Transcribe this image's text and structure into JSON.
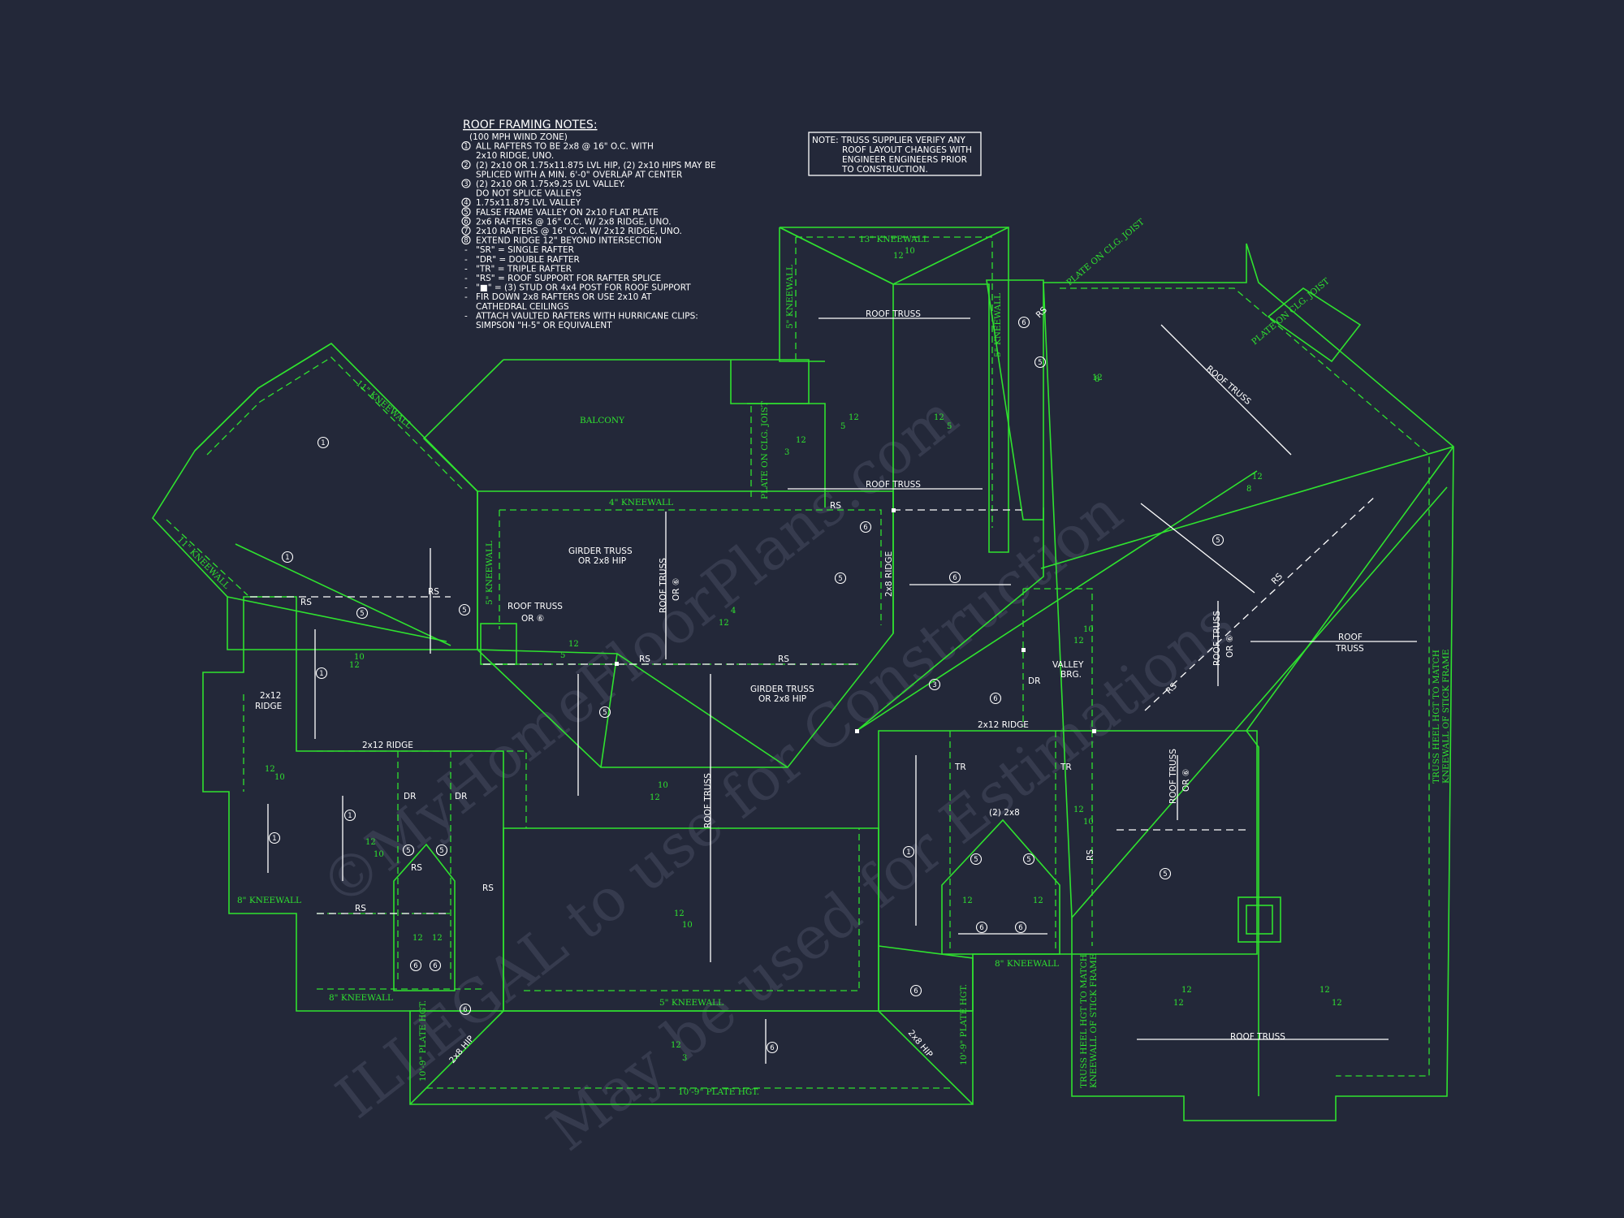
{
  "colors": {
    "background": "#232839",
    "linework": "#2fe22f",
    "annotation": "#ffffff",
    "watermark": "#5a6076"
  },
  "watermark": {
    "line1": "©MyHomeFloorPlans.com",
    "line2": "ILLEGAL to use for Construction",
    "line3": "May be used for Estimations"
  },
  "notes": {
    "title": "ROOF FRAMING NOTES:",
    "lines": [
      "(100 MPH WIND ZONE)",
      "ALL RAFTERS TO BE 2x8 @ 16\" O.C. WITH",
      "2x10 RIDGE, UNO.",
      "(2) 2x10 OR 1.75x11.875 LVL HIP, (2) 2x10 HIPS MAY BE",
      "SPLICED WITH A MIN. 6'-0\" OVERLAP AT CENTER",
      "(2) 2x10 OR 1.75x9.25 LVL VALLEY.",
      "DO NOT SPLICE VALLEYS",
      "1.75x11.875 LVL VALLEY",
      "FALSE FRAME VALLEY ON 2x10 FLAT PLATE",
      "2x6 RAFTERS @ 16\" O.C. W/ 2x8 RIDGE, UNO.",
      "2x10 RAFTERS @ 16\" O.C. W/ 2x12 RIDGE, UNO.",
      "EXTEND RIDGE 12\" BEYOND INTERSECTION",
      "\"SR\" = SINGLE RAFTER",
      "\"DR\" = DOUBLE RAFTER",
      "\"TR\" = TRIPLE RAFTER",
      "\"RS\" = ROOF SUPPORT FOR RAFTER SPLICE",
      "\"■\" = (3) STUD OR 4x4 POST FOR ROOF SUPPORT",
      "FIR DOWN 2x8 RAFTERS OR USE 2x10 AT",
      "CATHEDRAL CEILINGS",
      "ATTACH VAULTED RAFTERS WITH HURRICANE CLIPS:",
      "SIMPSON \"H-5\" OR EQUIVALENT"
    ],
    "markers": [
      "1",
      "",
      "2",
      "",
      "3",
      "",
      "4",
      "5",
      "6",
      "7",
      "8",
      "-",
      "-",
      "-",
      "-",
      "-",
      "-",
      "",
      "-",
      ""
    ]
  },
  "supplier_note": {
    "lines": [
      "NOTE: TRUSS SUPPLIER VERIFY ANY",
      "ROOF LAYOUT CHANGES WITH",
      "ENGINEER ENGINEERS PRIOR",
      "TO CONSTRUCTION."
    ]
  },
  "labels": {
    "balcony": "BALCONY",
    "kw13": "13\" KNEEWALL",
    "kw11a": "11\" KNEEWALL",
    "kw11b": "11\" KNEEWALL",
    "kw4": "4\" KNEEWALL",
    "kw5a": "5\" KNEEWALL",
    "kw5b": "5\" KNEEWALL",
    "kw5c": "5\" KNEEWALL",
    "kw5d": "5\" KNEEWALL",
    "kw8a": "8\" KNEEWALL",
    "kw8b": "8\" KNEEWALL",
    "kw8c": "8\" KNEEWALL",
    "plate_clg1": "PLATE ON CLG. JOIST",
    "plate_clg2": "PLATE ON CLG. JOIST",
    "plate_clg3": "PLATE ON CLG. JOIST",
    "plate_hgt1": "10'-9\" PLATE HGT.",
    "plate_hgt2": "10'-9\" PLATE HGT.",
    "plate_hgt3": "10'-9\" PLATE HGT.",
    "truss_heel1a": "TRUSS HEEL HGT TO MATCH",
    "truss_heel1b": "KNEEWALL OF STICK FRAME",
    "truss_heel2a": "TRUSS HEEL HGT TO MATCH",
    "truss_heel2b": "KNEEWALL OF STICK FRAME",
    "hip1": "2x8 HIP",
    "hip2": "2x8 HIP",
    "roof_truss": "ROOF TRUSS",
    "roof": "ROOF",
    "truss": "TRUSS",
    "or6": "OR ⑥",
    "rs": "RS",
    "dr": "DR",
    "tr": "TR",
    "ridge_2x12": "2x12 RIDGE",
    "ridge_2x12_a": "2x12",
    "ridge_word": "RIDGE",
    "ridge_2x8": "2x8 RIDGE",
    "two_2x8": "(2) 2x8",
    "girder1a": "GIRDER TRUSS",
    "girder1b": "OR 2x8 HIP",
    "valley1": "VALLEY",
    "valley2": "BRG.",
    "p12": "12",
    "p10": "10",
    "p8": "8",
    "p5": "5",
    "p4": "4",
    "p3": "3"
  }
}
